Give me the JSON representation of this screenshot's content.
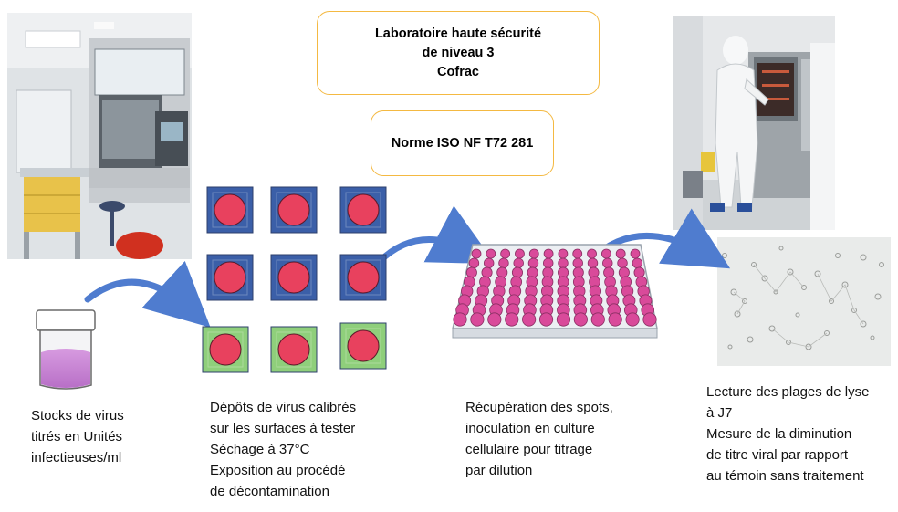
{
  "header": {
    "lab_line1": "Laboratoire haute sécurité",
    "lab_line2": "de niveau 3",
    "lab_line3": "Cofrac",
    "norm": "Norme ISO NF T72 281"
  },
  "steps": [
    {
      "lines": [
        "Stocks de virus",
        "titrés en Unités",
        "infectieuses/ml"
      ]
    },
    {
      "lines": [
        "Dépôts de virus calibrés",
        "sur les surfaces à tester",
        "Séchage à 37°C",
        "Exposition au procédé",
        "de décontamination"
      ]
    },
    {
      "lines": [
        "Récupération des spots,",
        "inoculation en culture",
        "cellulaire pour titrage",
        "par dilution"
      ]
    },
    {
      "lines": [
        "Lecture des plages de lyse",
        "à J7",
        "Mesure de la diminution",
        "de titre viral par rapport",
        "au témoin sans traitement"
      ]
    }
  ],
  "colors": {
    "box_border": "#f4b942",
    "tile_blue": "#3b5fa8",
    "tile_green": "#8fcf7b",
    "spot_red": "#e8415e",
    "arrow_blue": "#4f7ccf",
    "liquid_purple": "#c37ad0",
    "well_pink": "#d94a9a"
  }
}
